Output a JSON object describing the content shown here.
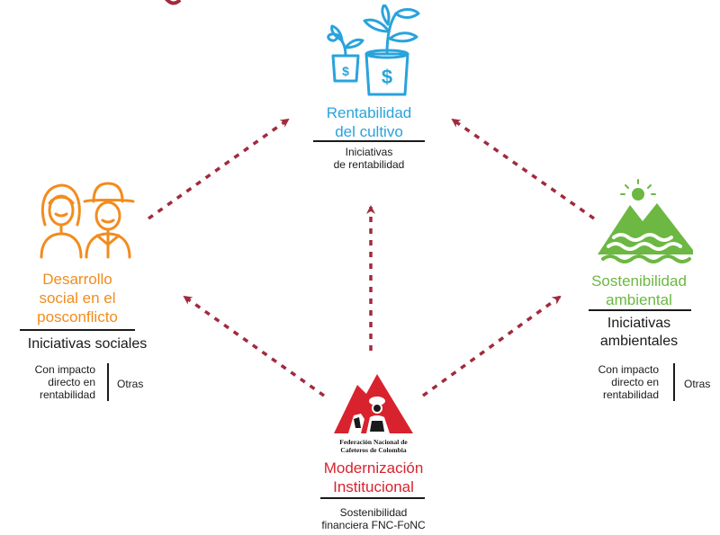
{
  "colors": {
    "arrow": "#a22a3c",
    "top": "#29a3dc",
    "left": "#f28c1e",
    "right": "#6cb842",
    "bottom": "#d8232f",
    "rule": "#1a1a1a"
  },
  "top": {
    "title_line1": "Rentabilidad",
    "title_line2": "del cultivo",
    "sub_line1": "Iniciativas",
    "sub_line2": "de rentabilidad",
    "icon": "plant-money-pots-icon"
  },
  "left": {
    "title_line1": "Desarrollo",
    "title_line2": "social en el",
    "title_line3": "posconflicto",
    "sub": "Iniciativas sociales",
    "impact_line1": "Con impacto",
    "impact_line2": "directo en",
    "impact_line3": "rentabilidad",
    "other": "Otras",
    "icon": "people-icon"
  },
  "right": {
    "title_line1": "Sostenibilidad",
    "title_line2": "ambiental",
    "sub_line1": "Iniciativas",
    "sub_line2": "ambientales",
    "impact_line1": "Con impacto",
    "impact_line2": "directo en",
    "impact_line3": "rentabilidad",
    "other": "Otras",
    "icon": "mountain-water-sun-icon"
  },
  "bottom": {
    "logo_line1": "Federación Nacional de",
    "logo_line2": "Cafeteros de Colombia",
    "title_line1": "Modernización",
    "title_line2": "Institucional",
    "sub_line1": "Sostenibilidad",
    "sub_line2": "financiera FNC-FoNC",
    "icon": "fnc-logo-icon"
  }
}
